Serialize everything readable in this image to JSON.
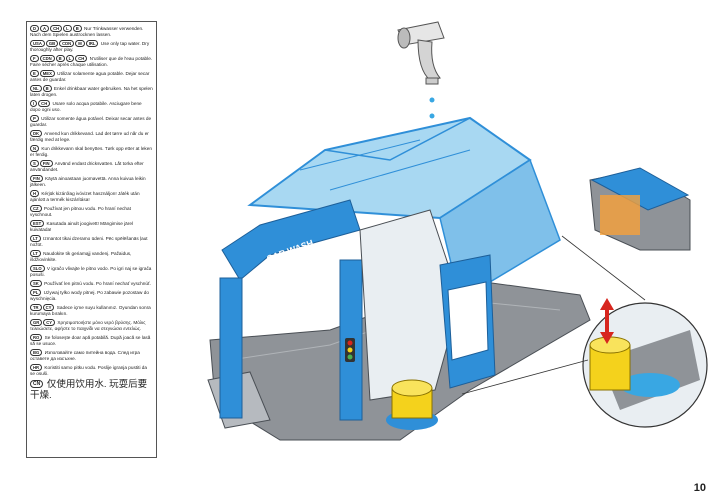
{
  "instructions": [
    {
      "codes": [
        "D",
        "A",
        "CH",
        "L",
        "B"
      ],
      "text": "Nur Trinkwasser verwenden. Nach dem Spielen austrocknen lassen."
    },
    {
      "codes": [
        "USA",
        "GB",
        "CDN",
        "M",
        "IRL"
      ],
      "text": "Use only tap water. Dry thoroughly after play."
    },
    {
      "codes": [
        "F",
        "CDN",
        "B",
        "L",
        "CH"
      ],
      "text": "N'utiliser que de l'eau potable. Faire sécher après chaque utilisation."
    },
    {
      "codes": [
        "E",
        "MEX"
      ],
      "text": "Utilizar solamente agua potable. Dejar secar antes de guardar."
    },
    {
      "codes": [
        "NL",
        "B"
      ],
      "text": "Enkel drinkbaar water gebruiken. Na het spelen laten drogen."
    },
    {
      "codes": [
        "I",
        "CH"
      ],
      "text": "Usare solo acqua potabile. Asciugare bene dopo ogni uso."
    },
    {
      "codes": [
        "P"
      ],
      "text": "Utilizar somente água potável. Deixar secar antes de guardar."
    },
    {
      "codes": [
        "DK"
      ],
      "text": "Anvend kun drikkevand. Lad det tørre ud når du er færdig med at lege."
    },
    {
      "codes": [
        "N"
      ],
      "text": "Kun drikkevann skal benyttes. Tørk opp etter at leken er ferdig."
    },
    {
      "codes": [
        "S",
        "FIN"
      ],
      "text": "Använd endast dricksvatten. Låt torka efter användandet."
    },
    {
      "codes": [
        "FIN"
      ],
      "text": "Käytä ainoastaan juomavettä. Anna kuivua leikin jälkeen."
    },
    {
      "codes": [
        "H"
      ],
      "text": "Kérjük kizárólag ivóvizet használjon! Játék után ajánlott a termék kiszárítása!"
    },
    {
      "codes": [
        "CZ"
      ],
      "text": "Používat jen pitnou vodu. Po hraní nechat vyschnout."
    },
    {
      "codes": [
        "EST"
      ],
      "text": "Kasutada ainult joogivett! Mängimise järel kuivatada!"
    },
    {
      "codes": [
        "LT"
      ],
      "text": "Izmantot tikai dzeramo ūdeni. Pēc spēlēšanās ļaut nožūt."
    },
    {
      "codes": [
        "LT"
      ],
      "text": "Naudokite tik geriamąjį vandenį. Pažaidus, išdžiovinkite."
    },
    {
      "codes": [
        "SLO"
      ],
      "text": "V igračo vlivajte le pitno vodo. Po igri naj se igrača posuši."
    },
    {
      "codes": [
        "SK"
      ],
      "text": "Používať len pitnú vodu. Po hraní nechať vyschnúť."
    },
    {
      "codes": [
        "PL"
      ],
      "text": "Używaj tylko wody pitnej. Po zabawie pozostaw do wyschnięcia."
    },
    {
      "codes": [
        "TR",
        "CY"
      ],
      "text": "Sadece içme suyu kullanınız. Oyundan sonra kurumaya bırakın."
    },
    {
      "codes": [
        "GR",
        "CY"
      ],
      "text": "Χρησιμοποιήστε μόνο νερό βρύσης. Μόλις τελειώσετε, αφήστε το παιχνίδι να στεγνώσει εντελώς."
    },
    {
      "codes": [
        "RO"
      ],
      "text": "Se foloseşte doar apă potabilă. După joacă se lasă să se usuce."
    },
    {
      "codes": [
        "BG"
      ],
      "text": "Използвайте само питейна вода. След игра оставете да изсъхне."
    },
    {
      "codes": [
        "HR"
      ],
      "text": "Koristiti samo pitku vodu. Poslije igranja pustiti da se osuši."
    },
    {
      "codes": [
        "CN"
      ],
      "text": "仅使用饮用水. 玩耍后要干燥."
    }
  ],
  "sign": {
    "text": "CAR WASH"
  },
  "page_number": "10",
  "colors": {
    "roof_blue": "#2f8fd8",
    "glass": "#a8d8f2",
    "floor": "#8f9398",
    "water": "#39a7e3",
    "yellow": "#f4d21c",
    "arrow_red": "#d7261e"
  }
}
